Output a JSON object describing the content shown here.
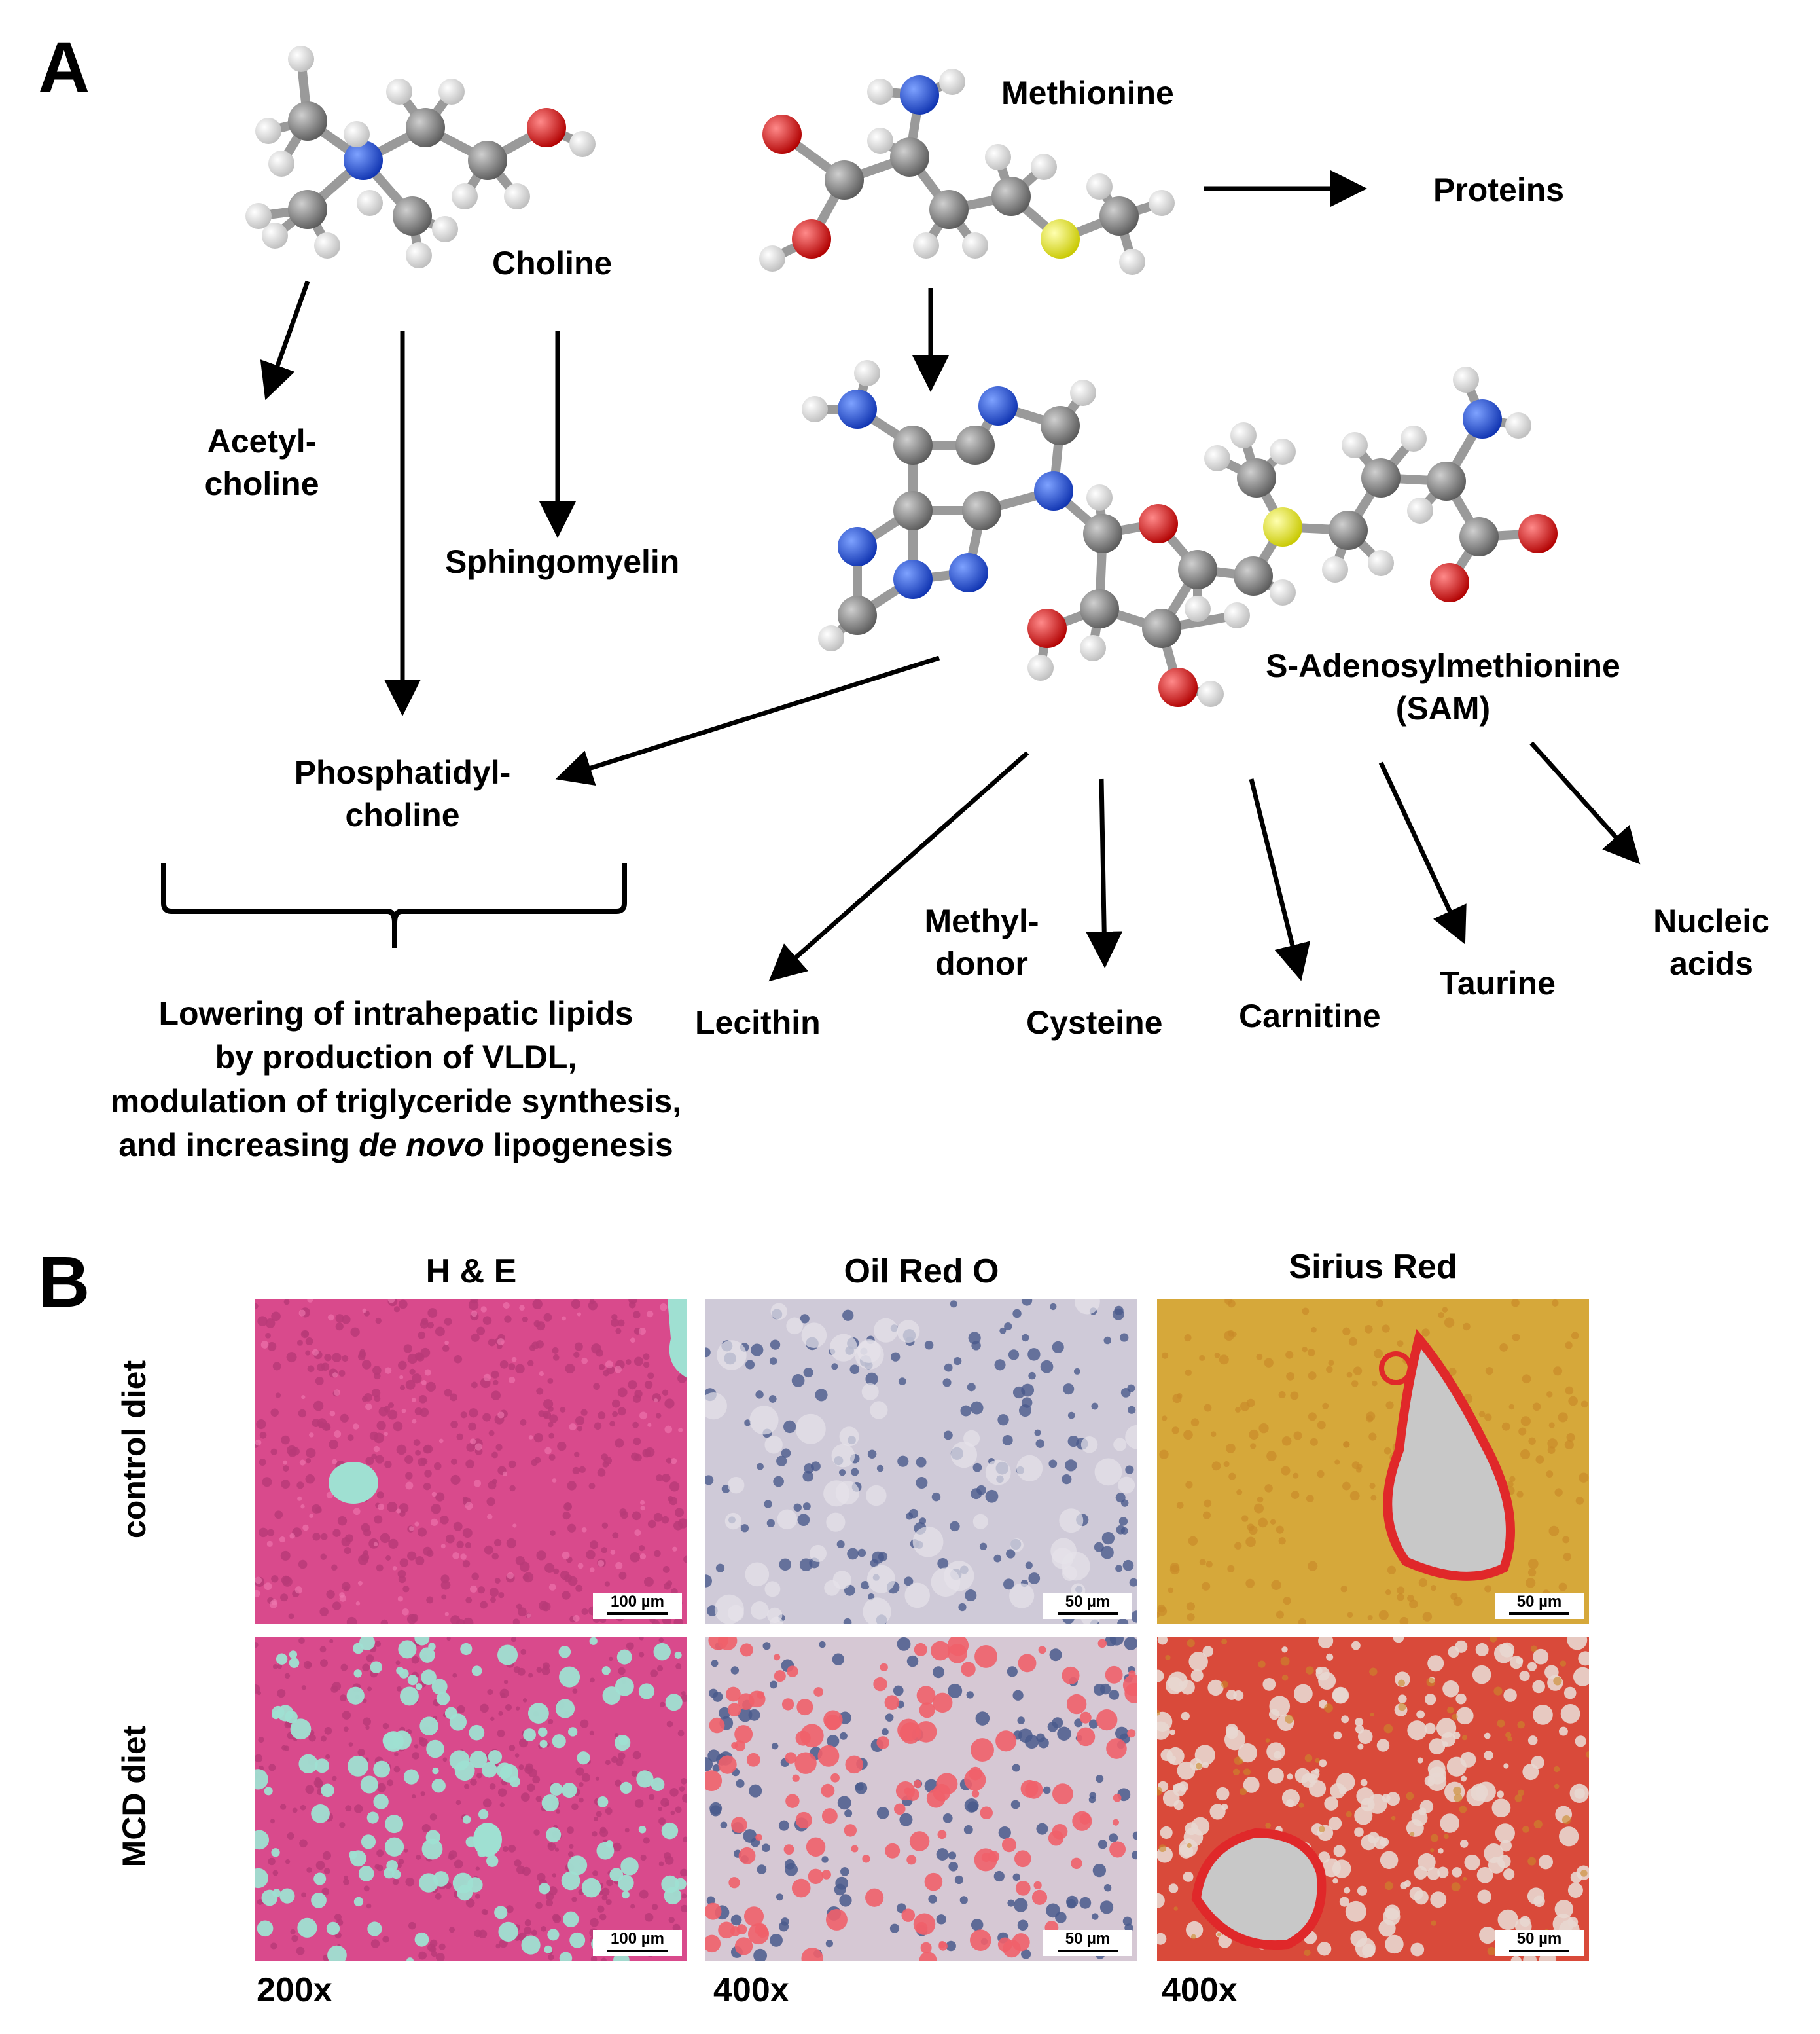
{
  "panel_a": {
    "letter": "A",
    "molecules": {
      "choline": "Choline",
      "methionine": "Methionine",
      "sam_line1": "S-Adenosylmethionine",
      "sam_line2": "(SAM)"
    },
    "products": {
      "proteins": "Proteins",
      "acetylcholine_1": "Acetyl-",
      "acetylcholine_2": "choline",
      "sphingomyelin": "Sphingomyelin",
      "phosphatidylcholine_1": "Phosphatidyl-",
      "phosphatidylcholine_2": "choline",
      "lecithin": "Lecithin",
      "methyl_donor_1": "Methyl-",
      "methyl_donor_2": "donor",
      "cysteine": "Cysteine",
      "carnitine": "Carnitine",
      "taurine": "Taurine",
      "nucleic_1": "Nucleic",
      "nucleic_2": "acids"
    },
    "outcome": {
      "line1": "Lowering of intrahepatic lipids",
      "line2": "by production of VLDL,",
      "line3": "modulation of triglyceride synthesis,",
      "line4_pre": "and increasing ",
      "line4_italic": "de novo",
      "line4_post": " lipogenesis"
    }
  },
  "panel_b": {
    "letter": "B",
    "columns": [
      "H & E",
      "Oil Red O",
      "Sirius Red"
    ],
    "rows": [
      "control diet",
      "MCD diet"
    ],
    "magnifications": [
      "200x",
      "400x",
      "400x"
    ],
    "scale_bars": {
      "he_control": "100 µm",
      "oil_control": "50 µm",
      "sirius_control": "50 µm",
      "he_mcd": "100 µm",
      "oil_mcd": "50 µm",
      "sirius_mcd": "50 µm"
    },
    "colors": {
      "he_bg": "#d94a8c",
      "he_vessel": "#9fe0d2",
      "oil_bg": "#cfcad8",
      "oil_nucleus": "#4a5a8c",
      "oil_droplet": "#f0606a",
      "sirius_bg": "#d6a83a",
      "sirius_collagen": "#e0282a",
      "sirius_vessel": "#c8c8c8"
    }
  },
  "atom_colors": {
    "carbon": "#7a7a7a",
    "hydrogen": "#f2f2f2",
    "nitrogen": "#1f4fe0",
    "oxygen": "#e01010",
    "sulfur": "#e6e600"
  }
}
